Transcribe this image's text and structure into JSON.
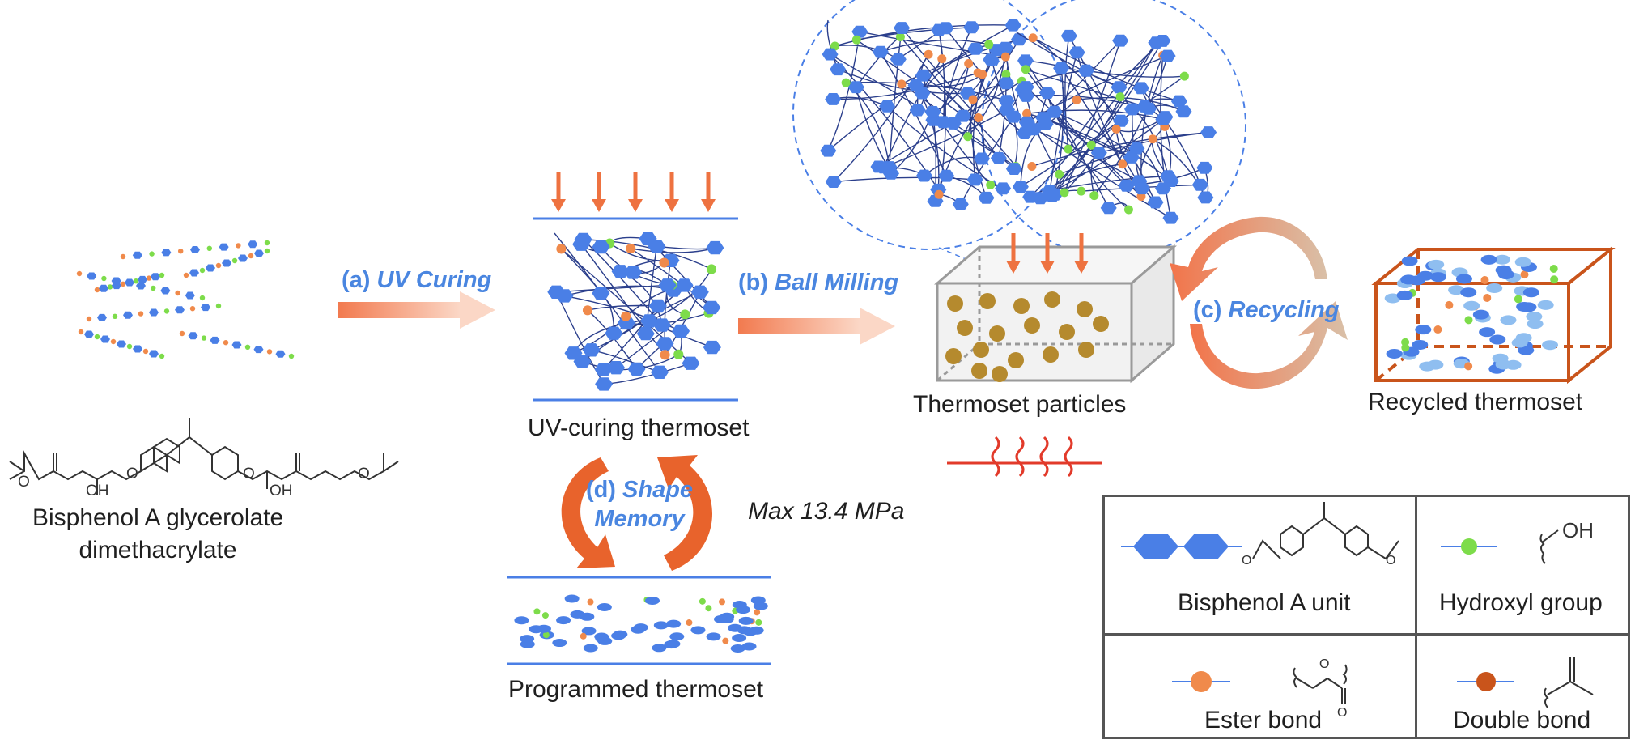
{
  "labels": {
    "monomer_line1": "Bisphenol A glycerolate",
    "monomer_line2": "dimethacrylate",
    "uv_thermoset": "UV-curing thermoset",
    "thermoset_particles": "Thermoset particles",
    "recycled_thermoset": "Recycled thermoset",
    "programmed_thermoset": "Programmed thermoset",
    "max_stress": "Max 13.4 MPa"
  },
  "steps": {
    "a_prefix": "(a) ",
    "a_name": "UV Curing",
    "b_prefix": "(b) ",
    "b_name": "Ball Milling",
    "c_prefix": "(c) ",
    "c_name": "Recycling",
    "d_prefix": "(d) ",
    "d_name_line1": "Shape",
    "d_name_line2": "Memory"
  },
  "legend": {
    "bisphenol": "Bisphenol A unit",
    "hydroxyl": "Hydroxyl group",
    "ester": "Ester bond",
    "double_bond": "Double bond"
  },
  "chem": {
    "oh": "OH",
    "o": "O"
  },
  "colors": {
    "bisphenol_blue": "#4a7fe6",
    "hydroxyl_green": "#7ddc4a",
    "ester_orange": "#f08a4b",
    "double_bond_red": "#c9541b",
    "step_text_blue": "#4a86e0",
    "heat_red": "#e23a2a",
    "particle_brown": "#b58a2e",
    "recycled_box": "#c9541b"
  }
}
